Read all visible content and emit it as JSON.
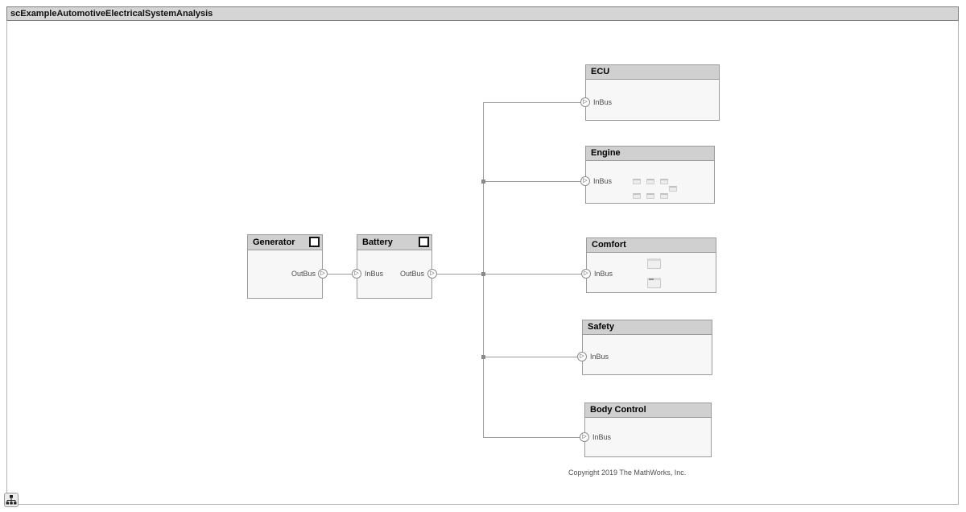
{
  "window": {
    "title": "scExampleAutomotiveElectricalSystemAnalysis"
  },
  "icons": {
    "port_arrow": "▷",
    "hierarchy_button": "model-hierarchy-icon",
    "subsystem_badge": "subsystem-square-badge"
  },
  "colors": {
    "titlebar_fill": "#d5d5d5",
    "block_header_fill": "#d0d0d0",
    "block_body_fill": "#f7f7f7",
    "block_border": "#9b9b9b",
    "wire": "#9b9b9b"
  },
  "blocks": {
    "generator": {
      "label": "Generator",
      "ports": {
        "out": "OutBus"
      }
    },
    "battery": {
      "label": "Battery",
      "ports": {
        "in": "InBus",
        "out": "OutBus"
      }
    },
    "ecu": {
      "label": "ECU",
      "ports": {
        "in": "InBus"
      }
    },
    "engine": {
      "label": "Engine",
      "ports": {
        "in": "InBus"
      }
    },
    "comfort": {
      "label": "Comfort",
      "ports": {
        "in": "InBus"
      }
    },
    "safety": {
      "label": "Safety",
      "ports": {
        "in": "InBus"
      }
    },
    "body_control": {
      "label": "Body Control",
      "ports": {
        "in": "InBus"
      }
    }
  },
  "connections": [
    {
      "from": "Generator.OutBus",
      "to": "Battery.InBus"
    },
    {
      "from": "Battery.OutBus",
      "to": "ECU.InBus"
    },
    {
      "from": "Battery.OutBus",
      "to": "Engine.InBus"
    },
    {
      "from": "Battery.OutBus",
      "to": "Comfort.InBus"
    },
    {
      "from": "Battery.OutBus",
      "to": "Safety.InBus"
    },
    {
      "from": "Battery.OutBus",
      "to": "Body Control.InBus"
    }
  ],
  "footer": {
    "copyright": "Copyright 2019 The MathWorks, Inc."
  }
}
